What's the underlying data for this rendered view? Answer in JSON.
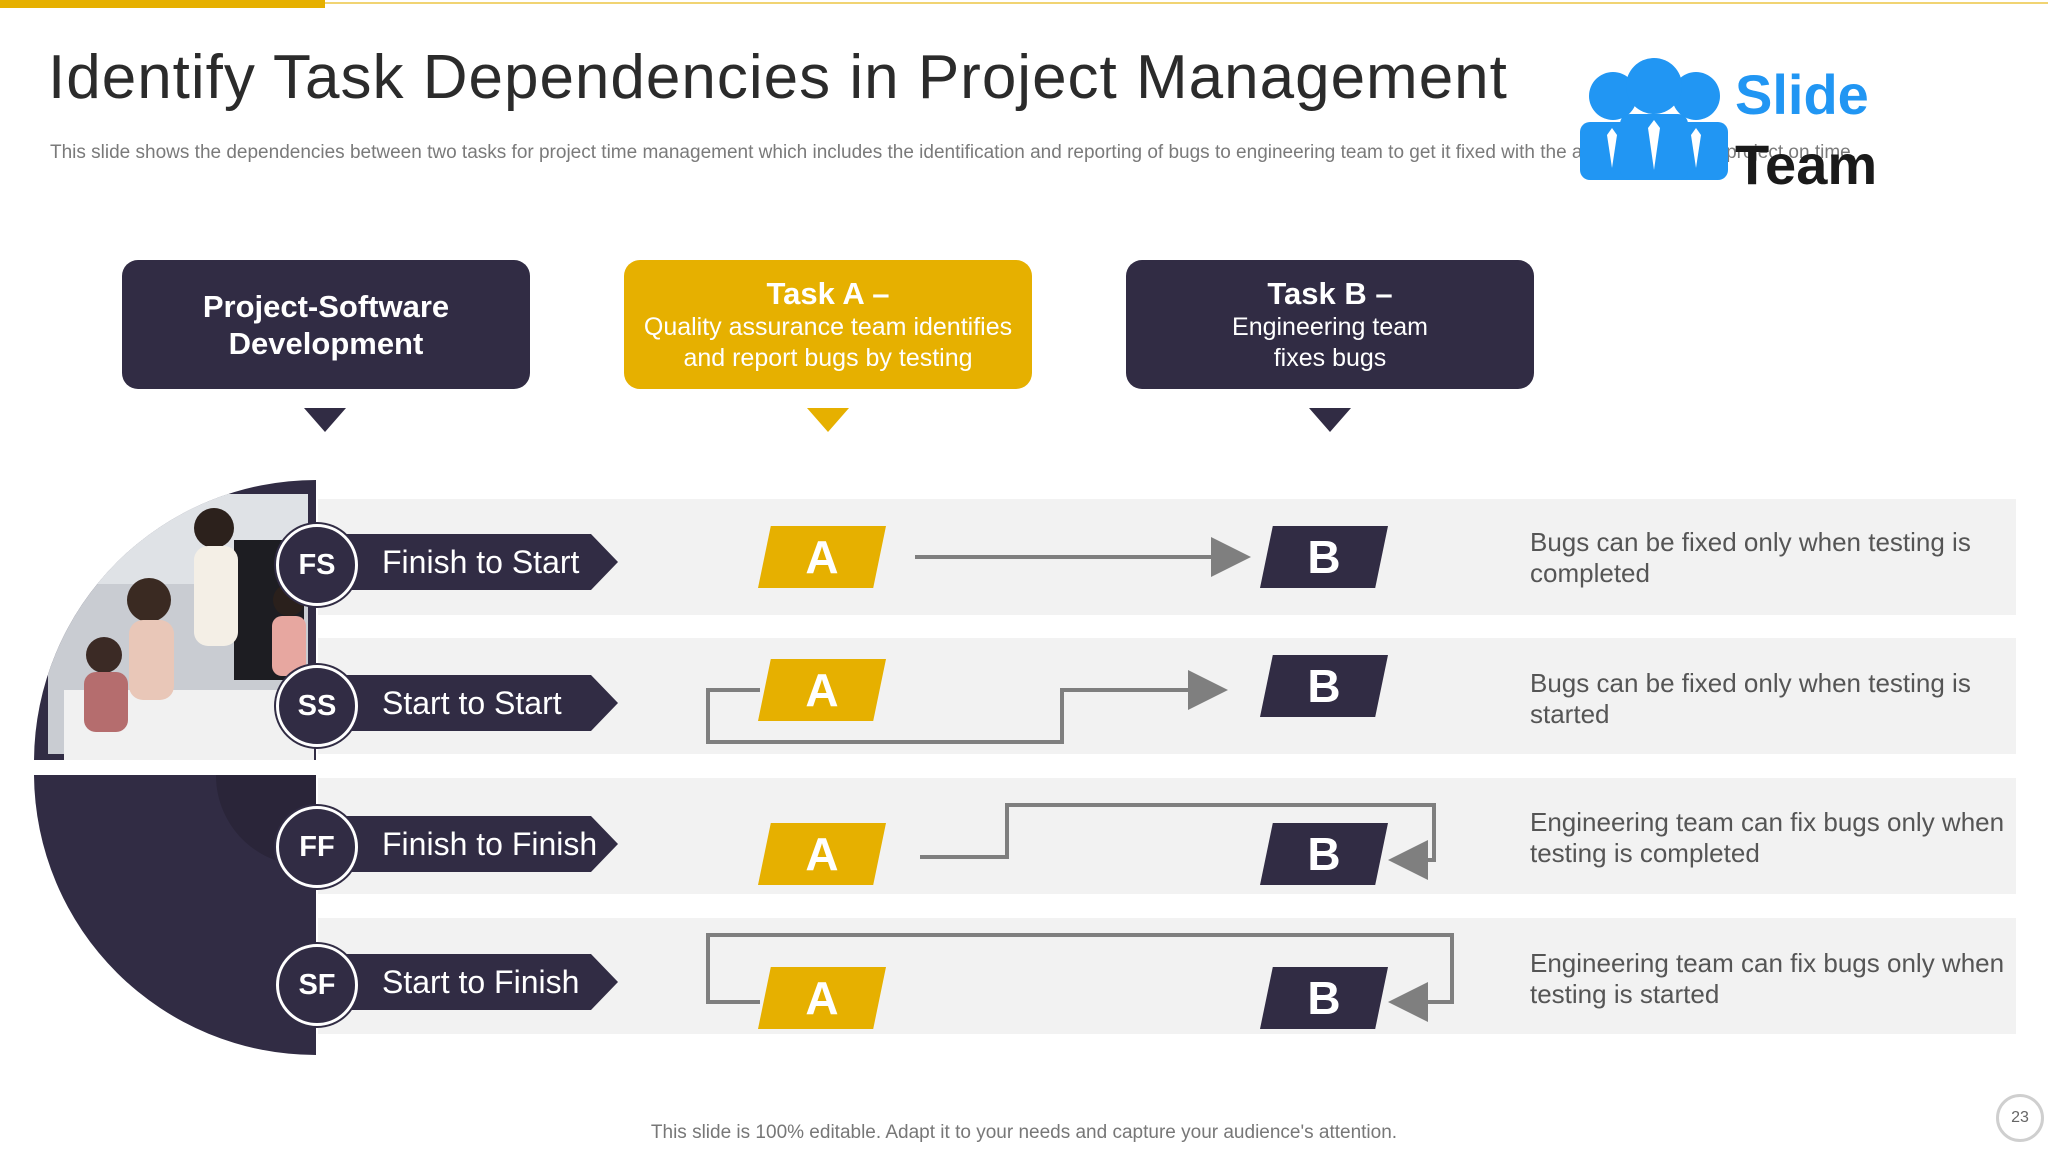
{
  "header": {
    "title": "Identify Task Dependencies in Project Management",
    "subtitle": "This slide shows the dependencies between two tasks for project time management which includes the identification and reporting of bugs to engineering team to get it fixed with the aim of completing project on time."
  },
  "logo": {
    "line1": "Slide",
    "line2": "Team",
    "color": "#2196F3"
  },
  "columns": {
    "project": {
      "line1": "Project-Software",
      "line2": "Development"
    },
    "task_a": {
      "title": "Task A –",
      "desc": "Quality assurance team identifies and report bugs by testing"
    },
    "task_b": {
      "title": "Task B –",
      "desc": "Engineering team fixes bugs"
    }
  },
  "rows": [
    {
      "code": "FS",
      "label": "Finish to Start",
      "a": "A",
      "b": "B",
      "desc": "Bugs can be fixed only when testing is completed"
    },
    {
      "code": "SS",
      "label": "Start to Start",
      "a": "A",
      "b": "B",
      "desc": "Bugs can be fixed only when testing is started"
    },
    {
      "code": "FF",
      "label": "Finish to Finish",
      "a": "A",
      "b": "B",
      "desc": "Engineering team can fix bugs only when testing is completed"
    },
    {
      "code": "SF",
      "label": "Start to Finish",
      "a": "A",
      "b": "B",
      "desc": "Engineering team can fix bugs only when testing is started"
    }
  ],
  "footer": {
    "note": "This slide is 100% editable. Adapt it to your needs and capture your audience's attention.",
    "page": "23"
  },
  "colors": {
    "dark": "#312C44",
    "gold": "#E6B000",
    "row_bg": "#F2F2F2"
  },
  "image": {
    "alt": "team-meeting-photo"
  }
}
